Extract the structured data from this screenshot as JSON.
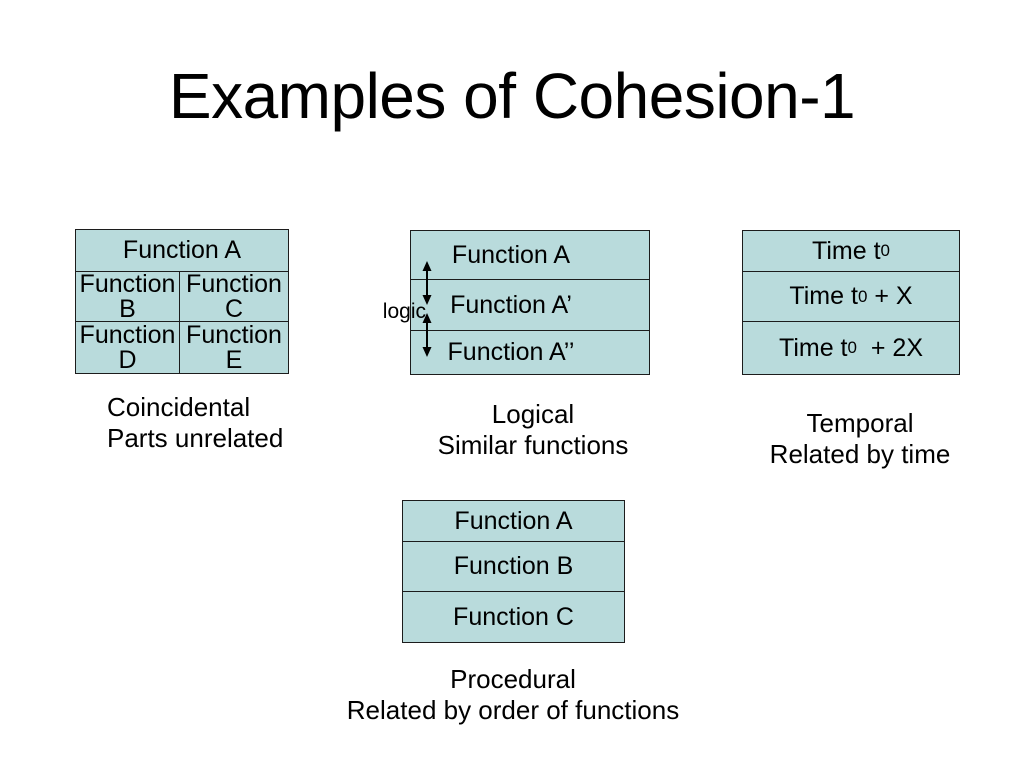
{
  "slide": {
    "title": "Examples of Cohesion-1"
  },
  "colors": {
    "background": "#ffffff",
    "box_fill": "#b9dbdc",
    "box_border": "#1c1c1c",
    "text": "#000000"
  },
  "diagrams": {
    "coincidental": {
      "header": "Function A",
      "cells": [
        "Function B",
        "Function C",
        "Function D",
        "Function E"
      ],
      "caption_line1": "Coincidental",
      "caption_line2": "Parts unrelated"
    },
    "logical": {
      "rows": [
        "Function A",
        "Function A’",
        "Function A’’"
      ],
      "label": "logic",
      "arrow_icon": "double-arrow-icon",
      "caption_line1": "Logical",
      "caption_line2": "Similar functions"
    },
    "temporal": {
      "rows": [
        {
          "pre": "Time t",
          "sub": "0",
          "post": ""
        },
        {
          "pre": "Time t",
          "sub": "0",
          "post": " + X"
        },
        {
          "pre": "Time t",
          "sub": "0",
          "post": "  + 2X"
        }
      ],
      "caption_line1": "Temporal",
      "caption_line2": "Related by time"
    },
    "procedural": {
      "rows": [
        "Function A",
        "Function B",
        "Function C"
      ],
      "caption_line1": "Procedural",
      "caption_line2": "Related by order of functions"
    }
  }
}
